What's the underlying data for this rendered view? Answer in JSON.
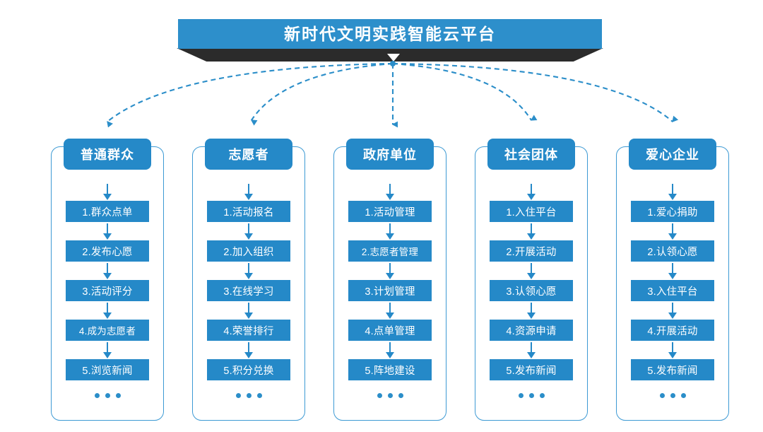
{
  "banner": {
    "title": "新时代文明实践智能云平台",
    "chevron_icon": "chevron-down-icon",
    "color": "#2d8fcb",
    "ribbon_color": "#2b2b2b"
  },
  "theme": {
    "box_blue": "#2589c8",
    "border_blue": "#3d9ad4",
    "dash_blue": "#2b8ec9",
    "text_white": "#ffffff",
    "background": "#ffffff"
  },
  "connectors": {
    "origin": "below-banner-chevron",
    "style": "dashed",
    "arrowhead": "solid-triangle",
    "count": 5
  },
  "columns": [
    {
      "header": "普通群众",
      "items": [
        "1.群众点单",
        "2.发布心愿",
        "3.活动评分",
        "4.成为志愿者",
        "5.浏览新闻"
      ],
      "more": "•••"
    },
    {
      "header": "志愿者",
      "items": [
        "1.活动报名",
        "2.加入组织",
        "3.在线学习",
        "4.荣誉排行",
        "5.积分兑换"
      ],
      "more": "•••"
    },
    {
      "header": "政府单位",
      "items": [
        "1.活动管理",
        "2.志愿者管理",
        "3.计划管理",
        "4.点单管理",
        "5.阵地建设"
      ],
      "more": "•••"
    },
    {
      "header": "社会团体",
      "items": [
        "1.入住平台",
        "2.开展活动",
        "3.认领心愿",
        "4.资源申请",
        "5.发布新闻"
      ],
      "more": "•••"
    },
    {
      "header": "爱心企业",
      "items": [
        "1.爱心捐助",
        "2.认领心愿",
        "3.入住平台",
        "4.开展活动",
        "5.发布新闻"
      ],
      "more": "•••"
    }
  ]
}
